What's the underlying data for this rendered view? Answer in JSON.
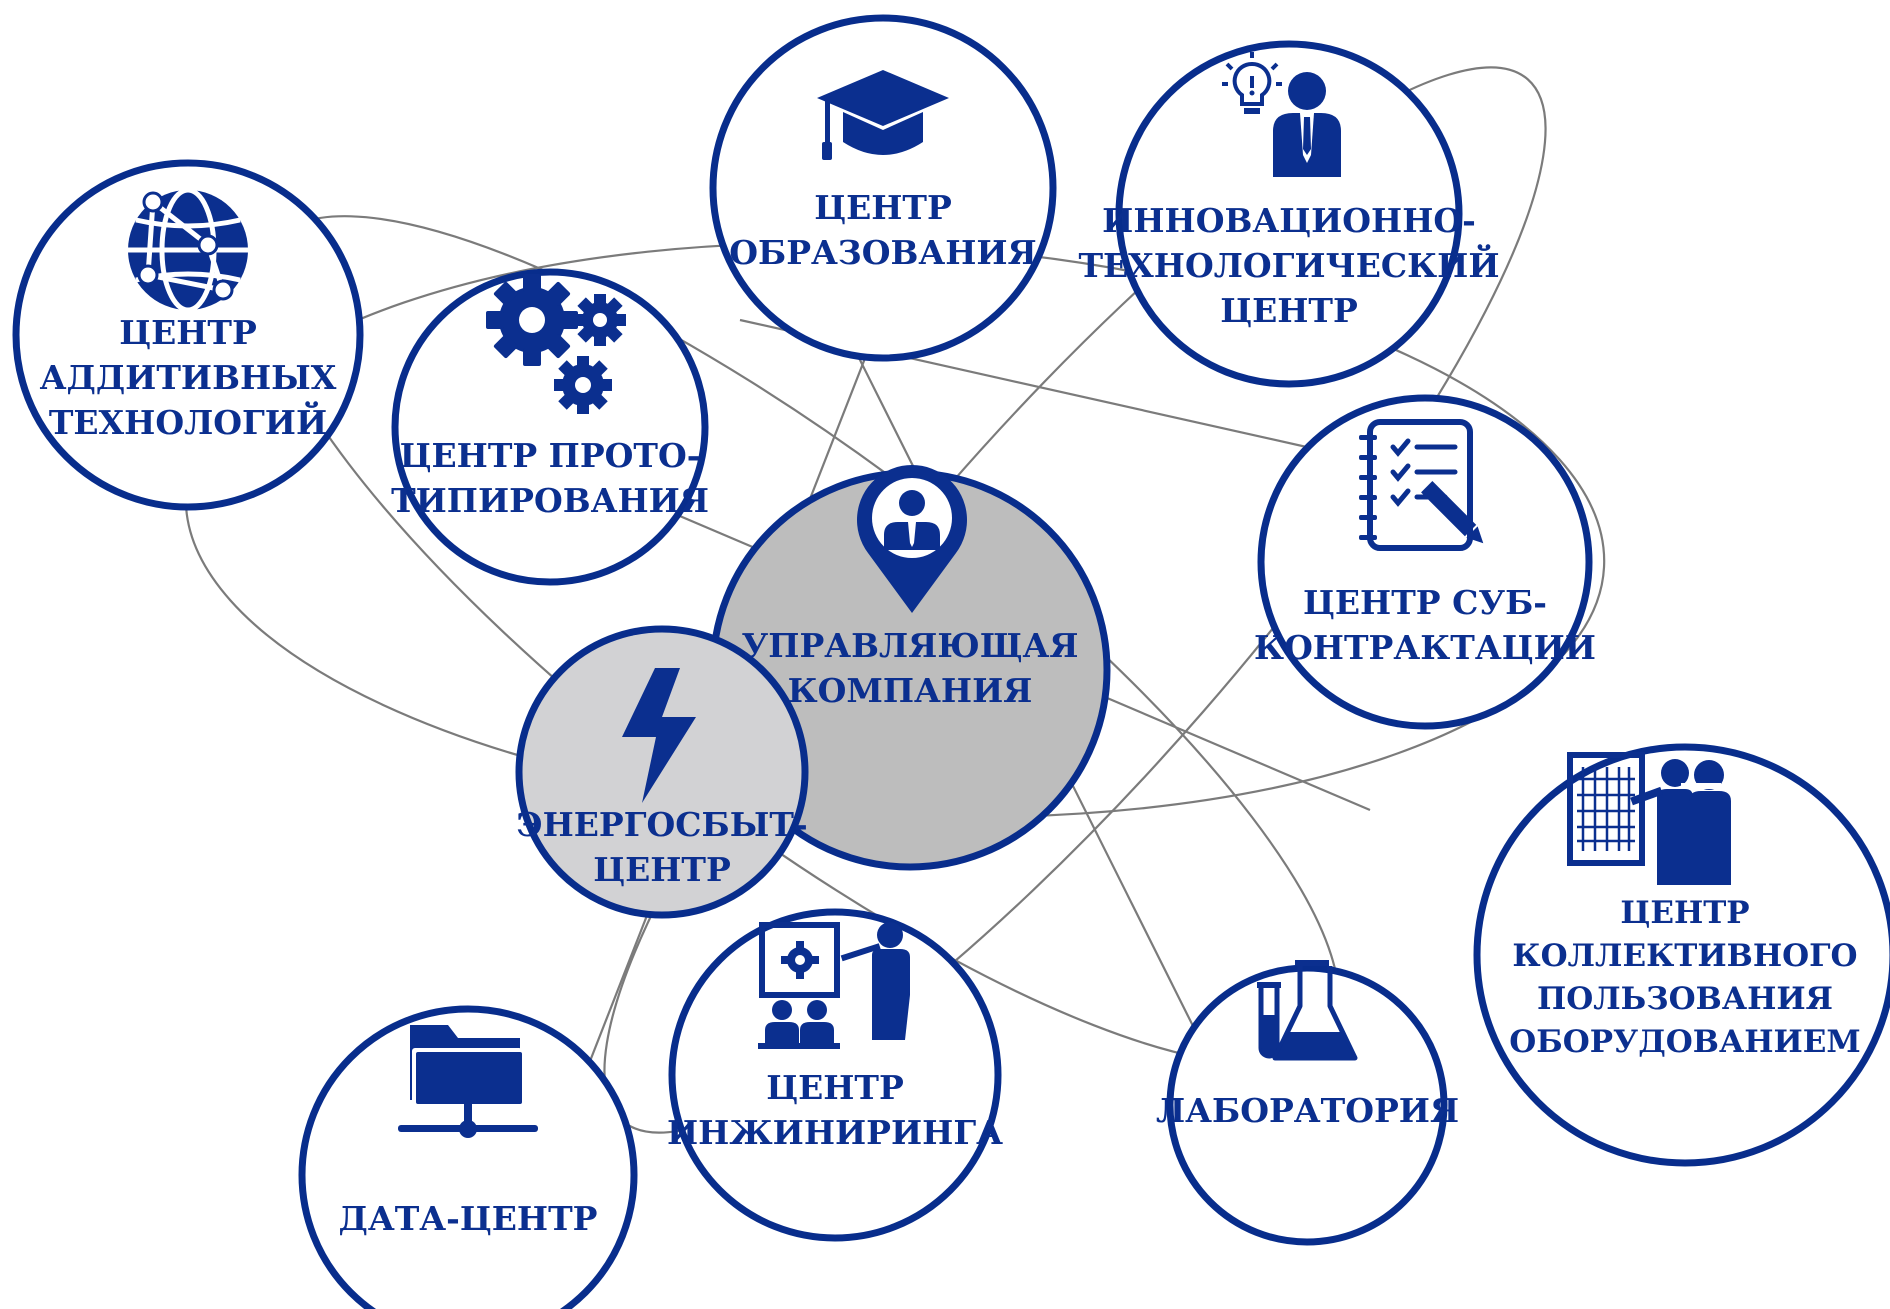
{
  "diagram": {
    "colors": {
      "node_border": "#082d8c",
      "node_fill": "#ffffff",
      "center_fill": "#bdbdbd",
      "energy_fill": "#d2d2d4",
      "orbit": "#7b7b7b",
      "text": "#0b2f8f",
      "icon": "#0b2f8f"
    },
    "nodes": {
      "education": {
        "label": "ЦЕНТР\nОБРАЗОВАНИЯ",
        "icon": "graduation-cap-icon"
      },
      "innovation": {
        "label": "ИННОВАЦИОННО-\nТЕХНОЛОГИЧЕСКИЙ\nЦЕНТР",
        "icon": "idea-businessman-icon"
      },
      "additive": {
        "label": "ЦЕНТР\nАДДИТИВНЫХ\nТЕХНОЛОГИЙ",
        "icon": "network-globe-icon"
      },
      "prototyping": {
        "label": "ЦЕНТР ПРОТО-\nТИПИРОВАНИЯ",
        "icon": "gears-icon"
      },
      "management": {
        "label": "УПРАВЛЯЮЩАЯ\nКОМПАНИЯ",
        "icon": "location-pin-person-icon"
      },
      "subcontract": {
        "label": "ЦЕНТР СУБ-\nКОНТРАКТАЦИИ",
        "icon": "checklist-pencil-icon"
      },
      "energy": {
        "label": "ЭНЕРГОСБЫТ-\nЦЕНТР",
        "icon": "lightning-icon"
      },
      "shared_equipment": {
        "label": "ЦЕНТР\nКОЛЛЕКТИВНОГО\nПОЛЬЗОВАНИЯ\nОБОРУДОВАНИЕМ",
        "icon": "engineers-blueprint-icon"
      },
      "engineering": {
        "label": "ЦЕНТР\nИНЖИНИРИНГА",
        "icon": "presentation-icon"
      },
      "laboratory": {
        "label": "ЛАБОРАТОРИЯ",
        "icon": "lab-flasks-icon"
      },
      "datacenter": {
        "label": "ДАТА-ЦЕНТР",
        "icon": "network-folder-icon"
      }
    }
  }
}
